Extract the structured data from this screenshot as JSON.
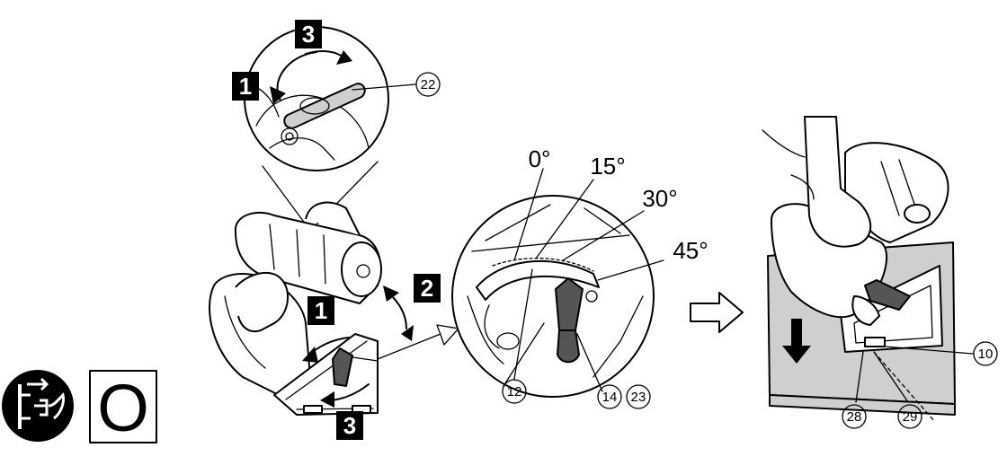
{
  "steps": {
    "s1": "1",
    "s2": "2",
    "s3": "3"
  },
  "callouts": {
    "lever": "22",
    "scale": "12",
    "knob": "14",
    "knob2": "23",
    "base_mark": "10",
    "guide_a": "28",
    "guide_b": "29"
  },
  "angles": {
    "a0": "0°",
    "a15": "15°",
    "a30": "30°",
    "a45": "45°"
  },
  "symbol_letter": "O",
  "icons": [
    "disconnect-plug-icon",
    "lever-handle-icon",
    "bevel-scale-icon",
    "push-down-arrow-icon",
    "open-arrow-icon"
  ]
}
